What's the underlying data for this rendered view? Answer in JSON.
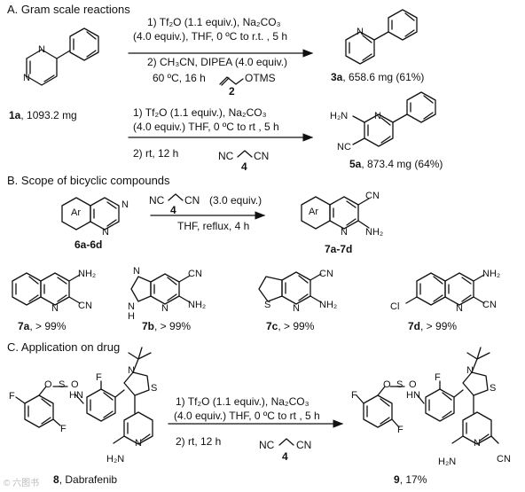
{
  "sections": {
    "A": "A. Gram scale reactions",
    "B": "B. Scope of bicyclic compounds",
    "C": "C. Application on drug"
  },
  "reaction_a1": {
    "line1": "1) Tf₂O (1.1 equiv.), Na₂CO₃",
    "line2": "(4.0 equiv.), THF, 0 ºC to r.t. , 5 h",
    "line3": "2) CH₃CN, DIPEA (4.0 equiv.)",
    "line4": "60 ºC, 16 h",
    "reagent_label": "2",
    "reagent_group": "OTMS"
  },
  "reaction_a2": {
    "line1": "1) Tf₂O (1.1 equiv.), Na₂CO₃",
    "line2": "(4.0 equiv.) THF, 0 ºC to rt , 5 h",
    "line3": "2) rt, 12 h",
    "reagent_label": "4"
  },
  "reaction_b": {
    "equiv": "(3.0 equiv.)",
    "conditions": "THF, reflux, 4 h",
    "reagent_label": "4"
  },
  "reaction_c": {
    "line1": "1) Tf₂O (1.1 equiv.), Na₂CO₃",
    "line2": "(4.0 equiv.) THF, 0 ºC to rt , 5 h",
    "line3": "2) rt, 12 h",
    "reagent_label": "4"
  },
  "compounds": {
    "c1a": {
      "id": "1a",
      "amount": ", 1093.2 mg"
    },
    "c3a": {
      "id": "3a",
      "amount": ", 658.6 mg (61%)"
    },
    "c5a": {
      "id": "5a",
      "amount": ", 873.4 mg (64%)"
    },
    "c6": {
      "id": "6a-6d"
    },
    "c7": {
      "id": "7a-7d"
    },
    "c7a": {
      "id": "7a",
      "amount": ", > 99%"
    },
    "c7b": {
      "id": "7b",
      "amount": ", > 99%"
    },
    "c7c": {
      "id": "7c",
      "amount": ", > 99%"
    },
    "c7d": {
      "id": "7d",
      "amount": ", > 99%"
    },
    "c8": {
      "id": "8",
      "name": ", Dabrafenib"
    },
    "c9": {
      "id": "9",
      "amount": ", 17%"
    }
  },
  "atoms": {
    "N": "N",
    "NH2": "NH₂",
    "NC": "NC",
    "CN": "CN",
    "Ar": "Ar",
    "S": "S",
    "F": "F",
    "Cl": "Cl",
    "H2N": "H₂N",
    "HN": "HN",
    "H": "H",
    "O": "O"
  },
  "watermark": "©  六图书"
}
